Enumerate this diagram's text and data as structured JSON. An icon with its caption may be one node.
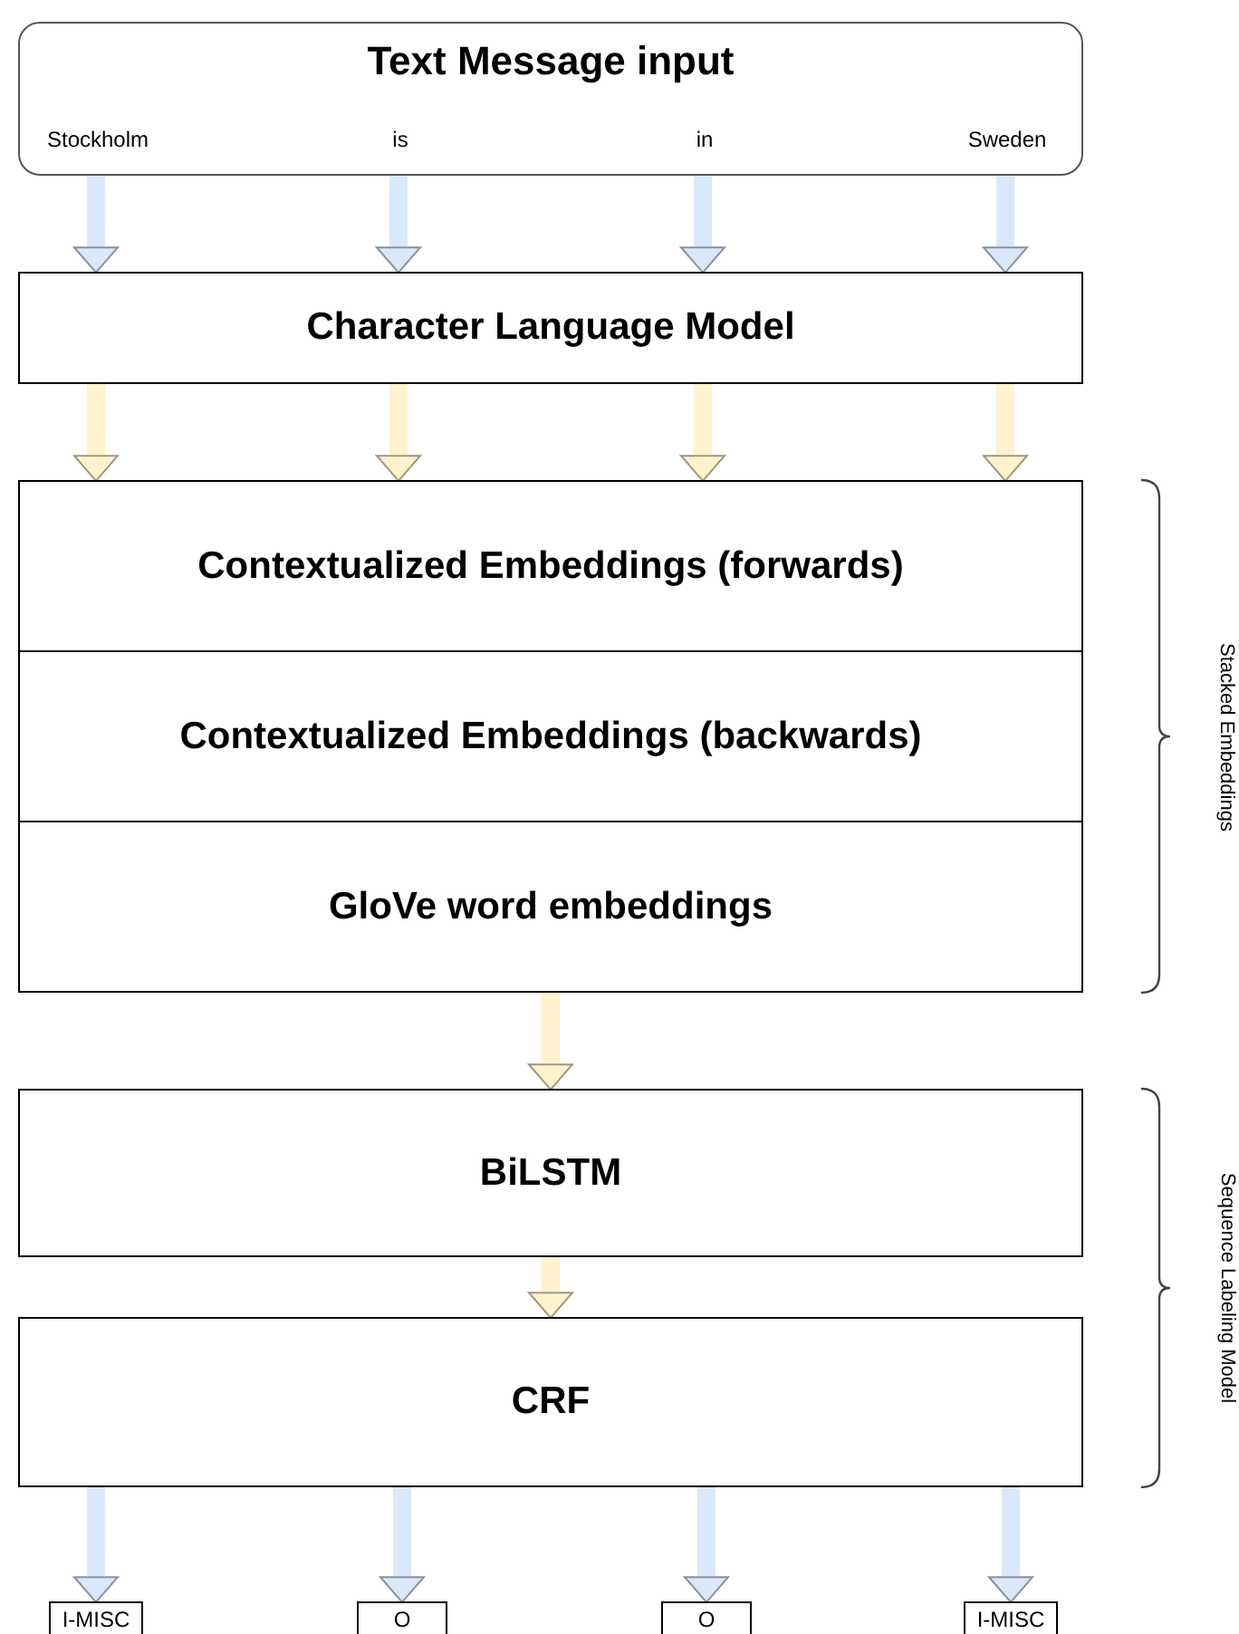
{
  "diagram": {
    "nodes": [
      {
        "text": [
          "Text Message input"
        ]
      },
      {
        "text": [
          "Stockholm"
        ],
        "in": 0
      },
      {
        "text": [
          "is"
        ],
        "in": 0
      },
      {
        "text": [
          "in"
        ],
        "in": 0
      },
      {
        "text": [
          "Sweden"
        ],
        "in": 0
      },
      {
        "text": [
          "Character Language Model"
        ]
      },
      {
        "text": [
          "Contextualized Embeddings (forwards)"
        ]
      },
      {
        "text": [
          "Contextualized Embeddings (backwards)"
        ]
      },
      {
        "text": [
          "GloVe word embeddings"
        ]
      },
      {
        "text": [
          "BiLSTM"
        ]
      },
      {
        "text": [
          "CRF"
        ]
      },
      {
        "text": [
          "I-MISC"
        ]
      },
      {
        "text": [
          "O"
        ]
      },
      {
        "text": [
          "O"
        ]
      },
      {
        "text": [
          "I-MISC"
        ]
      }
    ],
    "edges": [
      {
        "from": 1,
        "to": 5,
        "arrow": "to"
      },
      {
        "from": 2,
        "to": 5,
        "arrow": "to"
      },
      {
        "from": 3,
        "to": 5,
        "arrow": "to"
      },
      {
        "from": 4,
        "to": 5,
        "arrow": "to"
      },
      {
        "from": 5,
        "to": 6,
        "arrow": "to",
        "color": "#fff2cc"
      },
      {
        "from": 5,
        "to": 6,
        "arrow": "to",
        "color": "#fff2cc"
      },
      {
        "from": 5,
        "to": 6,
        "arrow": "to",
        "color": "#fff2cc"
      },
      {
        "from": 5,
        "to": 6,
        "arrow": "to",
        "color": "#fff2cc"
      },
      {
        "from": 8,
        "to": 9,
        "arrow": "to",
        "color": "#fff2cc"
      },
      {
        "from": 9,
        "to": 10,
        "arrow": "to",
        "color": "#fff2cc"
      },
      {
        "from": 10,
        "to": 11,
        "arrow": "to"
      },
      {
        "from": 10,
        "to": 12,
        "arrow": "to"
      },
      {
        "from": 10,
        "to": 13,
        "arrow": "to"
      },
      {
        "from": 10,
        "to": 14,
        "arrow": "to"
      }
    ],
    "labels": [
      "Stacked Embeddings",
      "Sequence Labeling Model"
    ]
  }
}
